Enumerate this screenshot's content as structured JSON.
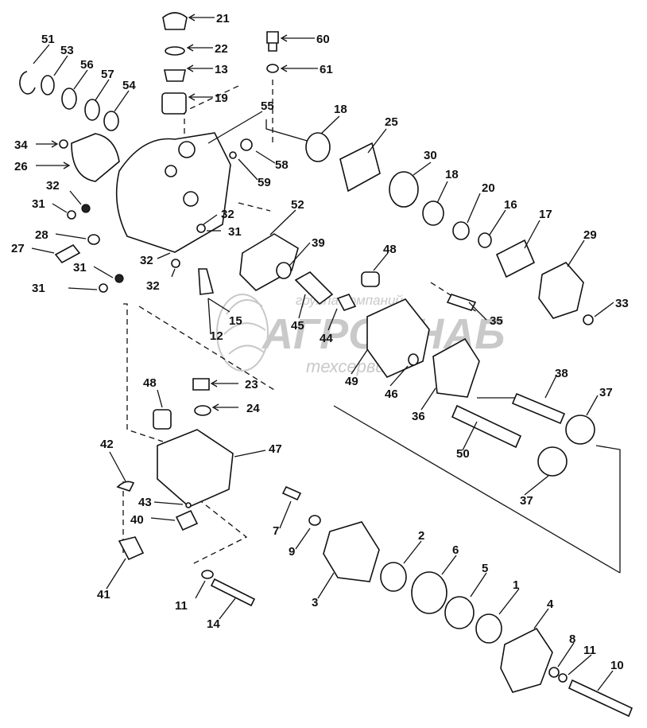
{
  "watermark": {
    "line1": "группа компаний",
    "line2": "АГРОСНАБ",
    "line3": "техсервис"
  },
  "callouts": [
    {
      "id": "c21",
      "label": "21"
    },
    {
      "id": "c22",
      "label": "22"
    },
    {
      "id": "c13",
      "label": "13"
    },
    {
      "id": "c19",
      "label": "19"
    },
    {
      "id": "c60",
      "label": "60"
    },
    {
      "id": "c61",
      "label": "61"
    },
    {
      "id": "c51",
      "label": "51"
    },
    {
      "id": "c53",
      "label": "53"
    },
    {
      "id": "c56",
      "label": "56"
    },
    {
      "id": "c57",
      "label": "57"
    },
    {
      "id": "c54",
      "label": "54"
    },
    {
      "id": "c55",
      "label": "55"
    },
    {
      "id": "c18a",
      "label": "18"
    },
    {
      "id": "c25",
      "label": "25"
    },
    {
      "id": "c30",
      "label": "30"
    },
    {
      "id": "c18b",
      "label": "18"
    },
    {
      "id": "c20",
      "label": "20"
    },
    {
      "id": "c16",
      "label": "16"
    },
    {
      "id": "c17",
      "label": "17"
    },
    {
      "id": "c29",
      "label": "29"
    },
    {
      "id": "c33",
      "label": "33"
    },
    {
      "id": "c34",
      "label": "34"
    },
    {
      "id": "c26",
      "label": "26"
    },
    {
      "id": "c58",
      "label": "58"
    },
    {
      "id": "c59",
      "label": "59"
    },
    {
      "id": "c32a",
      "label": "32"
    },
    {
      "id": "c31a",
      "label": "31"
    },
    {
      "id": "c32b",
      "label": "32"
    },
    {
      "id": "c31b",
      "label": "31"
    },
    {
      "id": "c28",
      "label": "28"
    },
    {
      "id": "c27",
      "label": "27"
    },
    {
      "id": "c32c",
      "label": "32"
    },
    {
      "id": "c31c",
      "label": "31"
    },
    {
      "id": "c32d",
      "label": "32"
    },
    {
      "id": "c31d",
      "label": "31"
    },
    {
      "id": "c52",
      "label": "52"
    },
    {
      "id": "c39",
      "label": "39"
    },
    {
      "id": "c48a",
      "label": "48"
    },
    {
      "id": "c45",
      "label": "45"
    },
    {
      "id": "c44",
      "label": "44"
    },
    {
      "id": "c15",
      "label": "15"
    },
    {
      "id": "c12",
      "label": "12"
    },
    {
      "id": "c35",
      "label": "35"
    },
    {
      "id": "c49",
      "label": "49"
    },
    {
      "id": "c46",
      "label": "46"
    },
    {
      "id": "c36",
      "label": "36"
    },
    {
      "id": "c38",
      "label": "38"
    },
    {
      "id": "c37a",
      "label": "37"
    },
    {
      "id": "c50",
      "label": "50"
    },
    {
      "id": "c37b",
      "label": "37"
    },
    {
      "id": "c48b",
      "label": "48"
    },
    {
      "id": "c23",
      "label": "23"
    },
    {
      "id": "c24",
      "label": "24"
    },
    {
      "id": "c47",
      "label": "47"
    },
    {
      "id": "c42",
      "label": "42"
    },
    {
      "id": "c43",
      "label": "43"
    },
    {
      "id": "c40",
      "label": "40"
    },
    {
      "id": "c41",
      "label": "41"
    },
    {
      "id": "c7",
      "label": "7"
    },
    {
      "id": "c9",
      "label": "9"
    },
    {
      "id": "c2",
      "label": "2"
    },
    {
      "id": "c6",
      "label": "6"
    },
    {
      "id": "c5",
      "label": "5"
    },
    {
      "id": "c1",
      "label": "1"
    },
    {
      "id": "c3",
      "label": "3"
    },
    {
      "id": "c4",
      "label": "4"
    },
    {
      "id": "c8",
      "label": "8"
    },
    {
      "id": "c11a",
      "label": "11"
    },
    {
      "id": "c11b",
      "label": "11"
    },
    {
      "id": "c14",
      "label": "14"
    },
    {
      "id": "c10",
      "label": "10"
    }
  ]
}
